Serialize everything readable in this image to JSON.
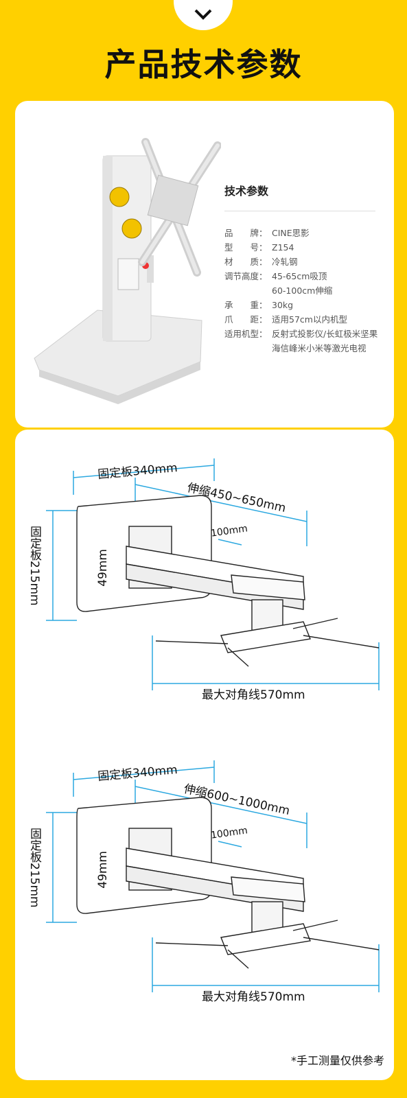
{
  "header": {
    "title": "产品技术参数",
    "tab_icon": "chevron-down-icon"
  },
  "specs": {
    "heading": "技术参数",
    "rows": [
      {
        "label": "品　　牌：",
        "value": "CINE思影"
      },
      {
        "label": "型　　号：",
        "value": "Z154"
      },
      {
        "label": "材　　质：",
        "value": "冷轧钢"
      },
      {
        "label": "调节高度：",
        "value": "45-65cm吸顶",
        "value2": "60-100cm伸缩"
      },
      {
        "label": "承　　重：",
        "value": "30kg"
      },
      {
        "label": "爪　　距：",
        "value": "适用57cm以内机型"
      },
      {
        "label": "适用机型：",
        "value": "反射式投影仪/长虹极米坚果",
        "value2": "海信峰米小米等激光电视"
      }
    ]
  },
  "diagram1": {
    "plate_width": "固定板340mm",
    "extension": "伸缩450~650mm",
    "arm": "100mm",
    "tube": "49mm",
    "plate_height": "固定板215mm",
    "diagonal": "最大对角线570mm"
  },
  "diagram2": {
    "plate_width": "固定板340mm",
    "extension": "伸缩600~1000mm",
    "arm": "100mm",
    "tube": "49mm",
    "plate_height": "固定板215mm",
    "diagonal": "最大对角线570mm"
  },
  "footnote": "*手工测量仅供参考",
  "colors": {
    "background": "#FFD000",
    "dimension_line": "#2BA8E0",
    "knob": "#F2C200"
  }
}
